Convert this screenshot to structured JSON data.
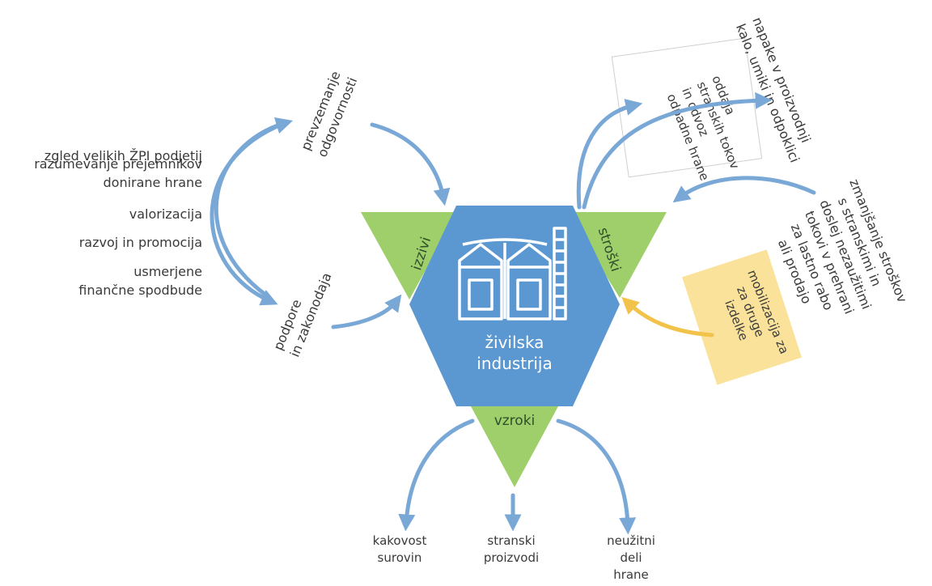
{
  "center": {
    "label_line1": "živilska",
    "label_line2": "industrija",
    "icon": "silo-factory-icon"
  },
  "triangles": {
    "left": "izzivi",
    "right": "stroški",
    "bottom": "vzroki"
  },
  "left_list": [
    [
      "zgled velikih ŽPI podjetij"
    ],
    [
      "razumevanje  prejemnikov",
      "donirane hrane"
    ],
    [
      "valorizacija"
    ],
    [
      "razvoj in  promocija"
    ],
    [
      "usmerjene",
      "finančne spodbude"
    ]
  ],
  "left_top_label": [
    "prevzemanje",
    "odgovornosti"
  ],
  "left_bottom_label": [
    "podpore",
    "in zakonodaja"
  ],
  "right_top_box": [
    "oddaja",
    "stranskih tokov",
    "in odvoz",
    "odpadne hrane"
  ],
  "right_top_label": [
    "napake v proizvodnji",
    "kalo, umiki in odpoklici"
  ],
  "right_mid_label": [
    "zmanjšanje stroškov",
    "s stranskimi in",
    "doslej nezaužitimi",
    "tokovi v prehrani",
    "za lastno rabo",
    "ali prodajo"
  ],
  "yellow_box": [
    "mobilizacija za",
    "za druge",
    "izdelke"
  ],
  "bottom_labels": [
    [
      "kakovost",
      "surovin"
    ],
    [
      "stranski",
      "proizvodi"
    ],
    [
      "neužitni",
      "deli",
      "hrane"
    ]
  ],
  "colors": {
    "hexagon": "#5b97d0",
    "triangle": "#9fcf6b",
    "arrow": "#7aa8d6",
    "yellow_box": "#fbe29a",
    "yellow_arrow": "#f2c34a"
  }
}
